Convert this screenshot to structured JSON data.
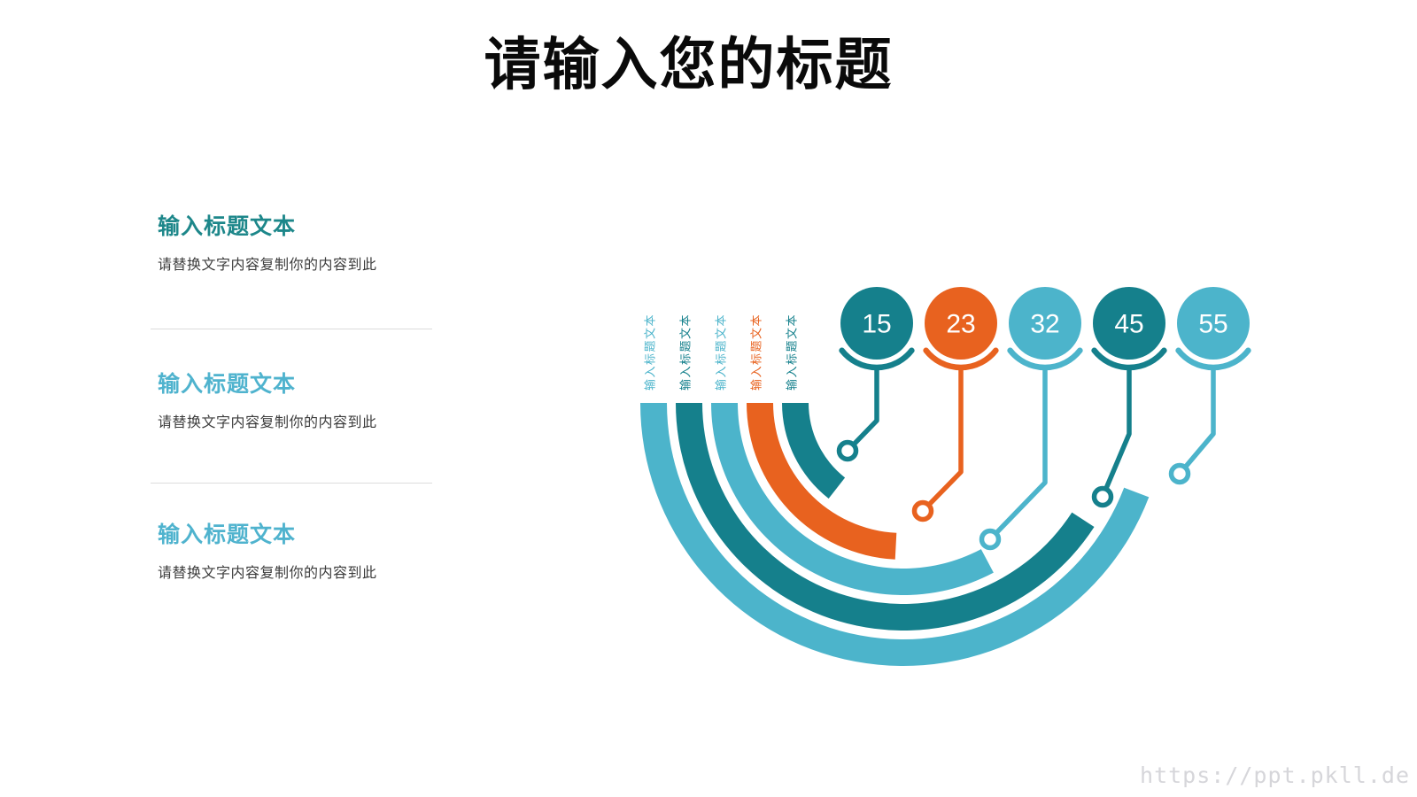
{
  "title": "请输入您的标题",
  "blocks": [
    {
      "heading": "输入标题文本",
      "heading_color": "#1d878a",
      "body": "请替换文字内容复制你的内容到此"
    },
    {
      "heading": "输入标题文本",
      "heading_color": "#4fb3ce",
      "body": "请替换文字内容复制你的内容到此"
    },
    {
      "heading": "输入标题文本",
      "heading_color": "#4fb3ce",
      "body": "请替换文字内容复制你的内容到此"
    }
  ],
  "watermark": "https://ppt.pkll.de",
  "colors": {
    "teal_dark": "#15808c",
    "teal_light": "#4cb4cb",
    "orange": "#e8621f",
    "background": "#ffffff",
    "divider": "#dcdcdc",
    "body_text": "#3c3c3c",
    "watermark_text": "#d6d6da"
  },
  "chart_data": {
    "type": "radial-bar",
    "title": "",
    "legend_position": "none",
    "start_angle_deg": 180,
    "direction": "from-left-through-bottom-to-right",
    "items": [
      {
        "value": 15,
        "label": "输入标题文本",
        "color": "#15808c",
        "sweep_deg": 52
      },
      {
        "value": 23,
        "label": "输入标题文本",
        "color": "#e8621f",
        "sweep_deg": 87
      },
      {
        "value": 32,
        "label": "输入标题文本",
        "color": "#4cb4cb",
        "sweep_deg": 118
      },
      {
        "value": 45,
        "label": "输入标题文本",
        "color": "#15808c",
        "sweep_deg": 147
      },
      {
        "value": 55,
        "label": "输入标题文本",
        "color": "#4cb4cb",
        "sweep_deg": 159
      }
    ]
  }
}
